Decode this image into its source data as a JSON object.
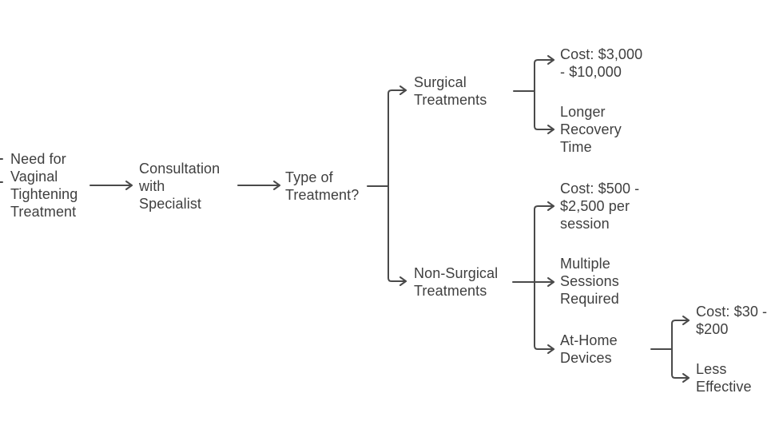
{
  "diagram": {
    "title": "Vaginal Tightening Treatment decision flowchart",
    "colors": {
      "background": "#ffffff",
      "text": "#3f3f3f",
      "line": "#4a4a4a"
    },
    "nodes": {
      "need": {
        "lines": [
          "Need for",
          "Vaginal",
          "Tightening",
          "Treatment"
        ]
      },
      "consultation": {
        "lines": [
          "Consultation",
          "with",
          "Specialist"
        ]
      },
      "treatment_type": {
        "lines": [
          "Type of",
          "Treatment?"
        ]
      },
      "surgical": {
        "lines": [
          "Surgical",
          "Treatments"
        ]
      },
      "non_surgical": {
        "lines": [
          "Non-Surgical",
          "Treatments"
        ]
      },
      "surgical_cost": {
        "lines": [
          "Cost: $3,000",
          "- $10,000"
        ]
      },
      "surgical_recovery": {
        "lines": [
          "Longer",
          "Recovery",
          "Time"
        ]
      },
      "non_surgical_cost": {
        "lines": [
          "Cost: $500 -",
          "$2,500 per",
          "session"
        ]
      },
      "non_surgical_sessions": {
        "lines": [
          "Multiple",
          "Sessions",
          "Required"
        ]
      },
      "at_home": {
        "lines": [
          "At-Home",
          "Devices"
        ]
      },
      "at_home_cost": {
        "lines": [
          "Cost: $30 -",
          "$200"
        ]
      },
      "at_home_effectiveness": {
        "lines": [
          "Less",
          "Effective"
        ]
      }
    },
    "edges": [
      {
        "from": "need",
        "to": "consultation"
      },
      {
        "from": "consultation",
        "to": "treatment_type"
      },
      {
        "from": "treatment_type",
        "to": "surgical"
      },
      {
        "from": "treatment_type",
        "to": "non_surgical"
      },
      {
        "from": "surgical",
        "to": "surgical_cost"
      },
      {
        "from": "surgical",
        "to": "surgical_recovery"
      },
      {
        "from": "non_surgical",
        "to": "non_surgical_cost"
      },
      {
        "from": "non_surgical",
        "to": "non_surgical_sessions"
      },
      {
        "from": "non_surgical",
        "to": "at_home"
      },
      {
        "from": "at_home",
        "to": "at_home_cost"
      },
      {
        "from": "at_home",
        "to": "at_home_effectiveness"
      }
    ]
  }
}
